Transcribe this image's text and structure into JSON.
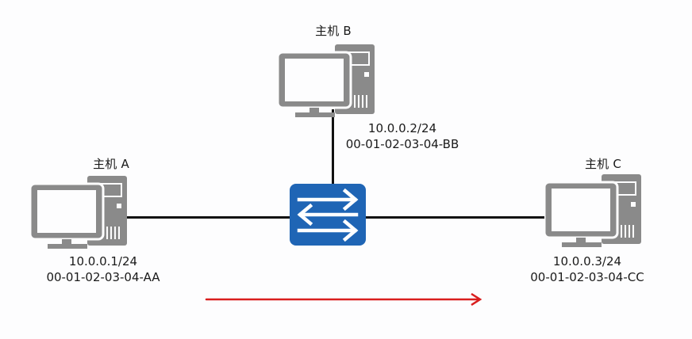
{
  "hosts": [
    {
      "id": "A",
      "name": "主机 A",
      "ip": "10.0.0.1/24",
      "mac": "00-01-02-03-04-AA"
    },
    {
      "id": "B",
      "name": "主机 B",
      "ip": "10.0.0.2/24",
      "mac": "00-01-02-03-04-BB"
    },
    {
      "id": "C",
      "name": "主机 C",
      "ip": "10.0.0.3/24",
      "mac": "00-01-02-03-04-CC"
    }
  ],
  "switch": {
    "icon": "switch-icon",
    "color": "#1f65b5"
  },
  "flow_arrow": {
    "color": "#d91e1e",
    "direction": "left-to-right"
  },
  "colors": {
    "computer": "#8a8a8a",
    "wire": "#111111"
  }
}
